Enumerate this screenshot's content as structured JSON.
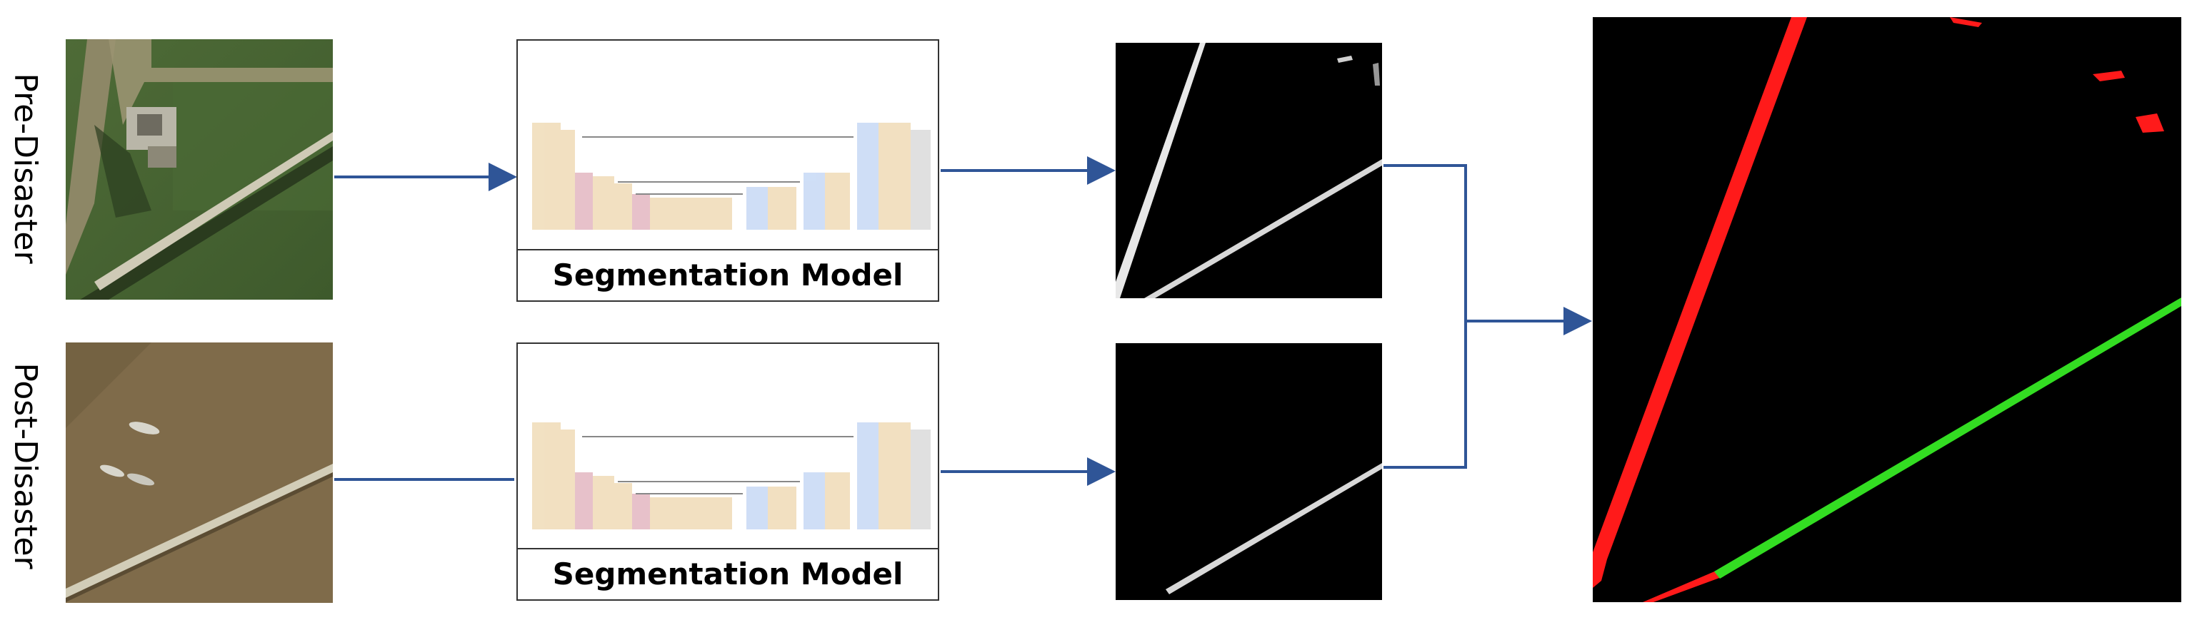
{
  "rows": {
    "pre_label": "Pre-Disaster",
    "post_label": "Post-Disaster"
  },
  "models": {
    "top_caption": "Segmentation Model",
    "bottom_caption": "Segmentation Model"
  },
  "colors": {
    "arrow": "#2f5597",
    "removed_road": "#ff1a1a",
    "kept_road": "#33dd22",
    "mask_road": "#e8e8e8",
    "mask_background": "#000000"
  }
}
